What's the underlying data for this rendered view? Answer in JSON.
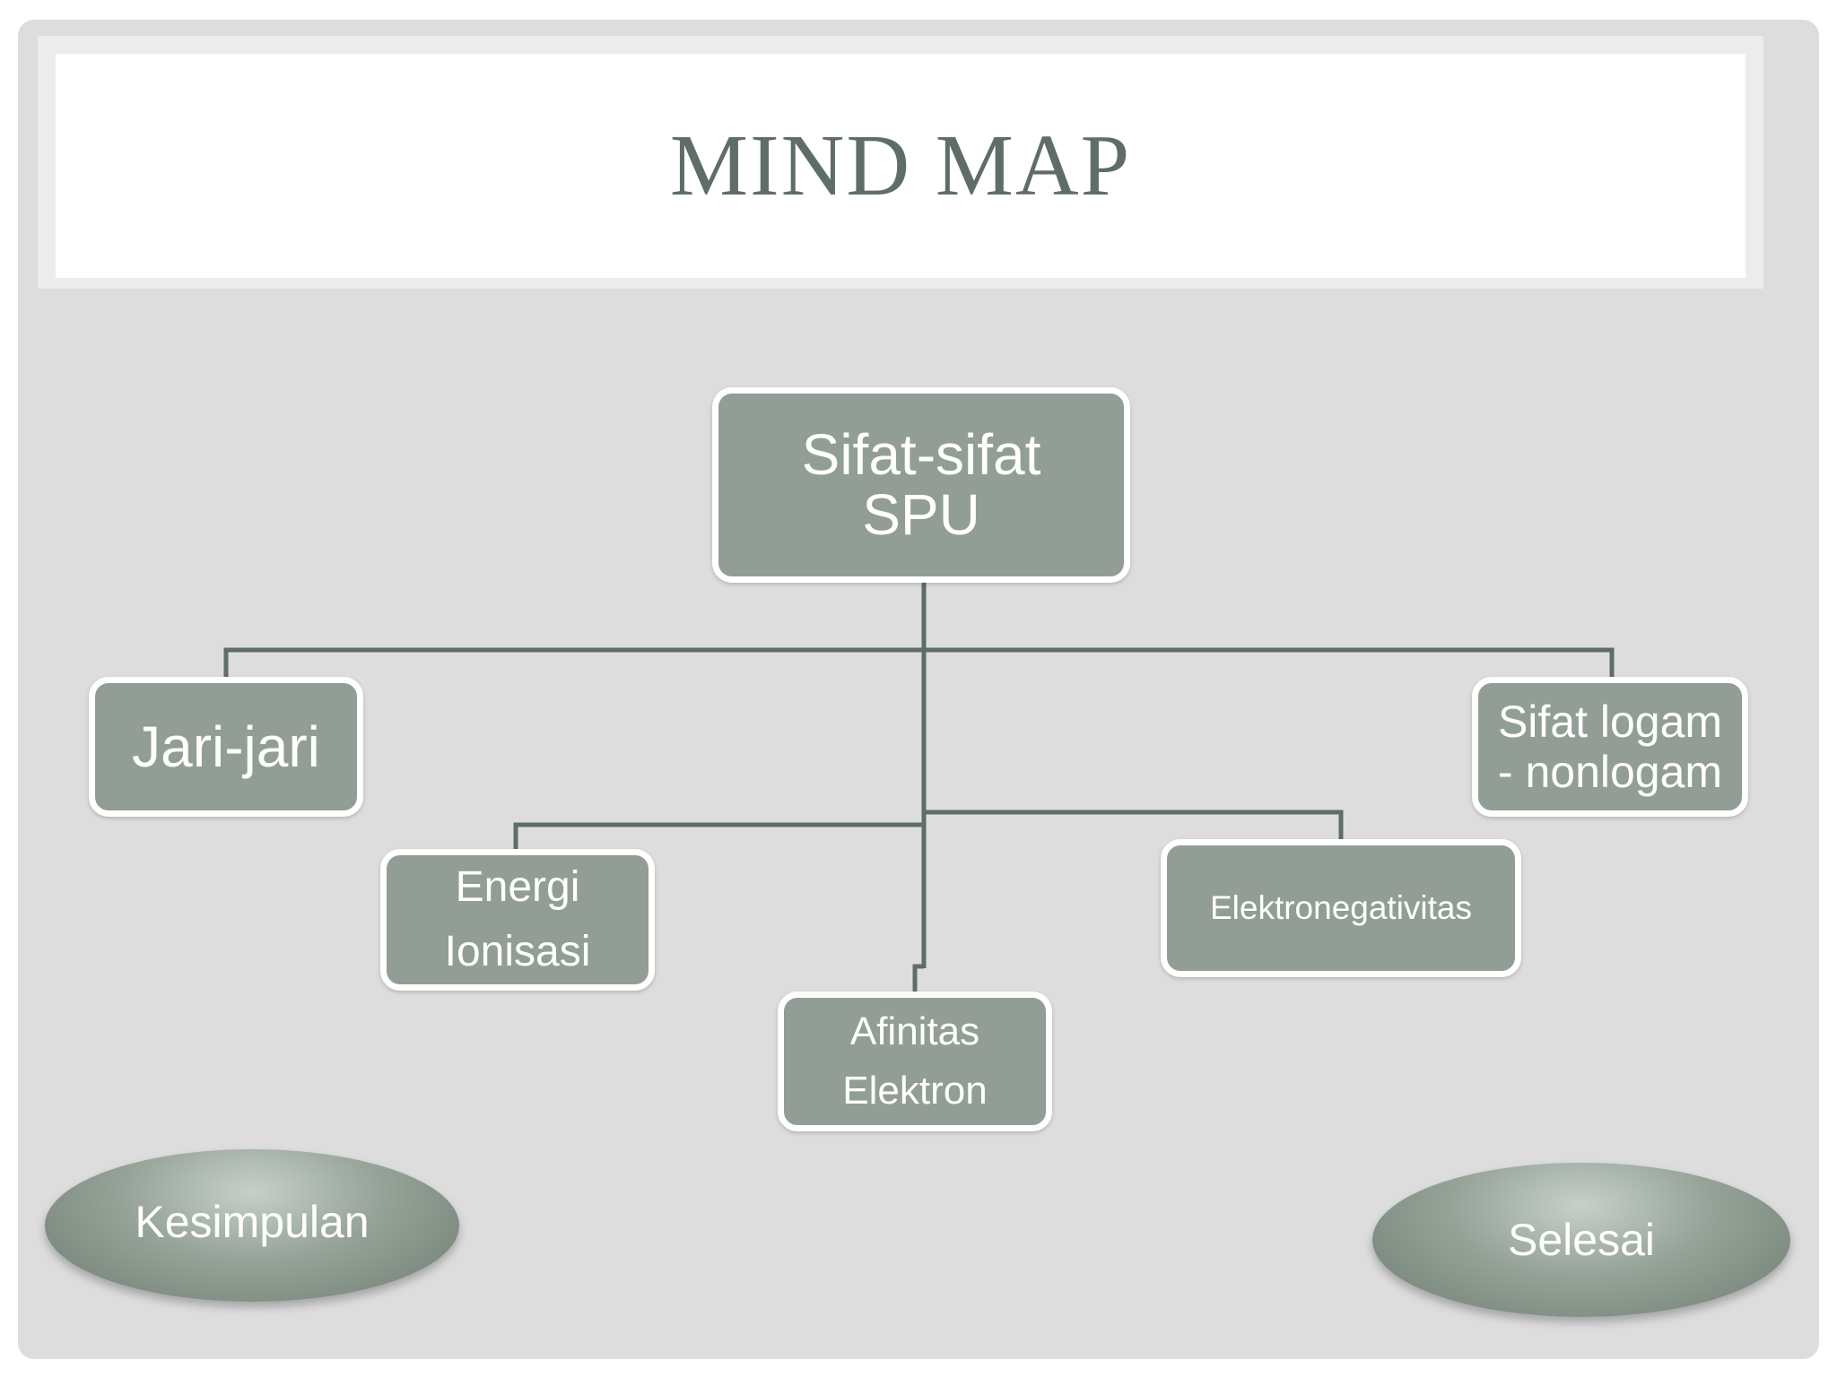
{
  "title": "MIND MAP",
  "nodes": {
    "root": "Sifat-sifat\nSPU",
    "jari_jari": "Jari-jari",
    "sifat_logam": "Sifat logam\n- nonlogam",
    "energi_ionisasi": "Energi\nIonisasi",
    "elektronegativitas": "Elektronegativitas",
    "afinitas_elektron": "Afinitas\nElektron"
  },
  "buttons": {
    "kesimpulan": "Kesimpulan",
    "selesai": "Selesai"
  },
  "colors": {
    "node_fill": "#929e95",
    "connector": "#5f6d67",
    "title_text": "#5f6d67",
    "slide_background": "#dddddd"
  }
}
